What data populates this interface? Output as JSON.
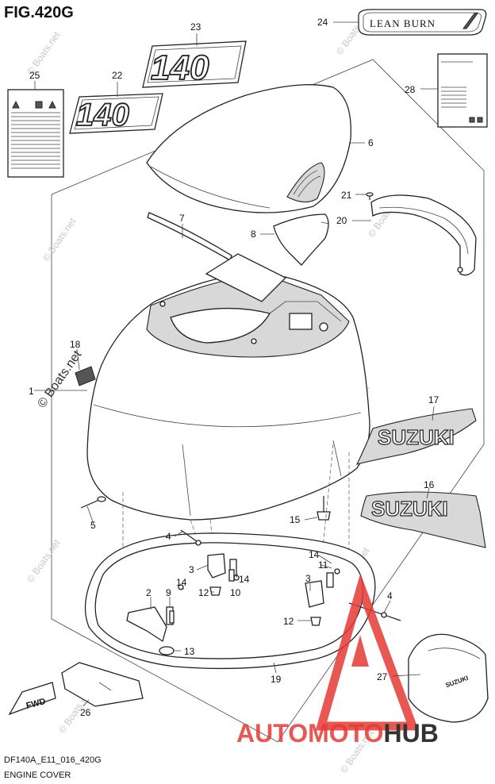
{
  "figure": {
    "title": "FIG.420G",
    "code": "DF140A_E11_016_420G",
    "caption": "ENGINE COVER"
  },
  "watermark": {
    "text": "© Boats.net",
    "brand_part1": "AUTO",
    "brand_part2": "MOTO",
    "brand_part3": "HUB",
    "brand_color": "#e53935",
    "brand_dark": "#333333"
  },
  "decals": {
    "lean_burn": "LEAN BURN",
    "model": "140",
    "suzuki": "SUZUKI",
    "fwd": "FWD"
  },
  "callouts": [
    "1",
    "2",
    "3",
    "3",
    "4",
    "4",
    "5",
    "6",
    "7",
    "8",
    "9",
    "10",
    "11",
    "12",
    "12",
    "13",
    "14",
    "14",
    "14",
    "15",
    "16",
    "17",
    "18",
    "19",
    "20",
    "21",
    "22",
    "23",
    "24",
    "25",
    "26",
    "27",
    "28"
  ]
}
